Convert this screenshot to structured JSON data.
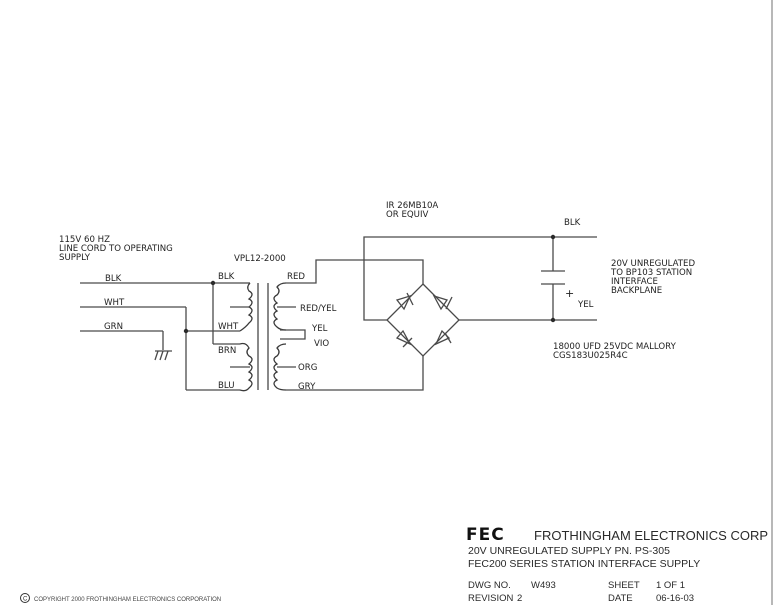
{
  "diagram": {
    "type": "electrical-schematic",
    "title": "20V Unregulated Supply Schematic",
    "notes": {
      "line_cord": [
        "115V 60 HZ",
        "LINE CORD TO OPERATING",
        "SUPPLY"
      ],
      "bridge": [
        "IR 26MB10A",
        "OR EQUIV"
      ],
      "output": [
        "20V UNREGULATED",
        "TO BP103 STATION",
        "INTERFACE",
        "BACKPLANE"
      ],
      "capacitor": [
        "18000 UFD 25VDC MALLORY",
        "CGS183U025R4C"
      ]
    },
    "transformer": {
      "part": "VPL12-2000",
      "primary_leads": [
        "BLK",
        "WHT",
        "BRN",
        "BLU"
      ],
      "secondary_leads": [
        "RED",
        "RED/YEL",
        "YEL",
        "VIO",
        "ORG",
        "GRY"
      ]
    },
    "input_wires": [
      "BLK",
      "WHT",
      "GRN"
    ],
    "output_wires": [
      "BLK",
      "YEL"
    ],
    "capacitor_polarity_mark": "+",
    "nodes": [
      {
        "id": "line-blk",
        "label": "BLK"
      },
      {
        "id": "line-wht",
        "label": "WHT"
      },
      {
        "id": "line-grn",
        "label": "GRN"
      },
      {
        "id": "ground",
        "label": "earth ground"
      },
      {
        "id": "bridge",
        "label": "IR 26MB10A full-wave bridge (4 diodes)"
      },
      {
        "id": "cap",
        "label": "18000 UFD 25VDC"
      },
      {
        "id": "out-blk",
        "label": "BLK"
      },
      {
        "id": "out-yel",
        "label": "YEL"
      }
    ],
    "edges": [
      {
        "from": "line-blk",
        "to": "primary BLK"
      },
      {
        "from": "primary BLK",
        "to": "primary BRN"
      },
      {
        "from": "line-wht",
        "to": "primary WHT"
      },
      {
        "from": "primary WHT",
        "to": "primary BLU"
      },
      {
        "from": "line-grn",
        "to": "ground"
      },
      {
        "from": "secondary RED",
        "to": "bridge AC top"
      },
      {
        "from": "secondary YEL",
        "to": "secondary VIO"
      },
      {
        "from": "secondary GRY",
        "to": "bridge AC bottom"
      },
      {
        "from": "bridge negative (left)",
        "to": "out-blk"
      },
      {
        "from": "bridge positive (right)",
        "to": "out-yel"
      },
      {
        "from": "cap",
        "to": "out-blk"
      },
      {
        "from": "cap",
        "to": "out-yel"
      }
    ]
  },
  "title_block": {
    "logo": "FEC",
    "company": "FROTHINGHAM ELECTRONICS CORP",
    "line1": "20V UNREGULATED SUPPLY  PN. PS-305",
    "line2": "FEC200 SERIES STATION INTERFACE SUPPLY",
    "dwg_no_label": "DWG NO.",
    "dwg_no": "W493",
    "sheet_label": "SHEET",
    "sheet": "1 OF 1",
    "revision_label": "REVISION",
    "revision": "2",
    "date_label": "DATE",
    "date": "06-16-03"
  },
  "copyright": {
    "symbol": "C",
    "text": "COPYRIGHT 2000 FROTHINGHAM ELECTRONICS CORPORATION"
  }
}
